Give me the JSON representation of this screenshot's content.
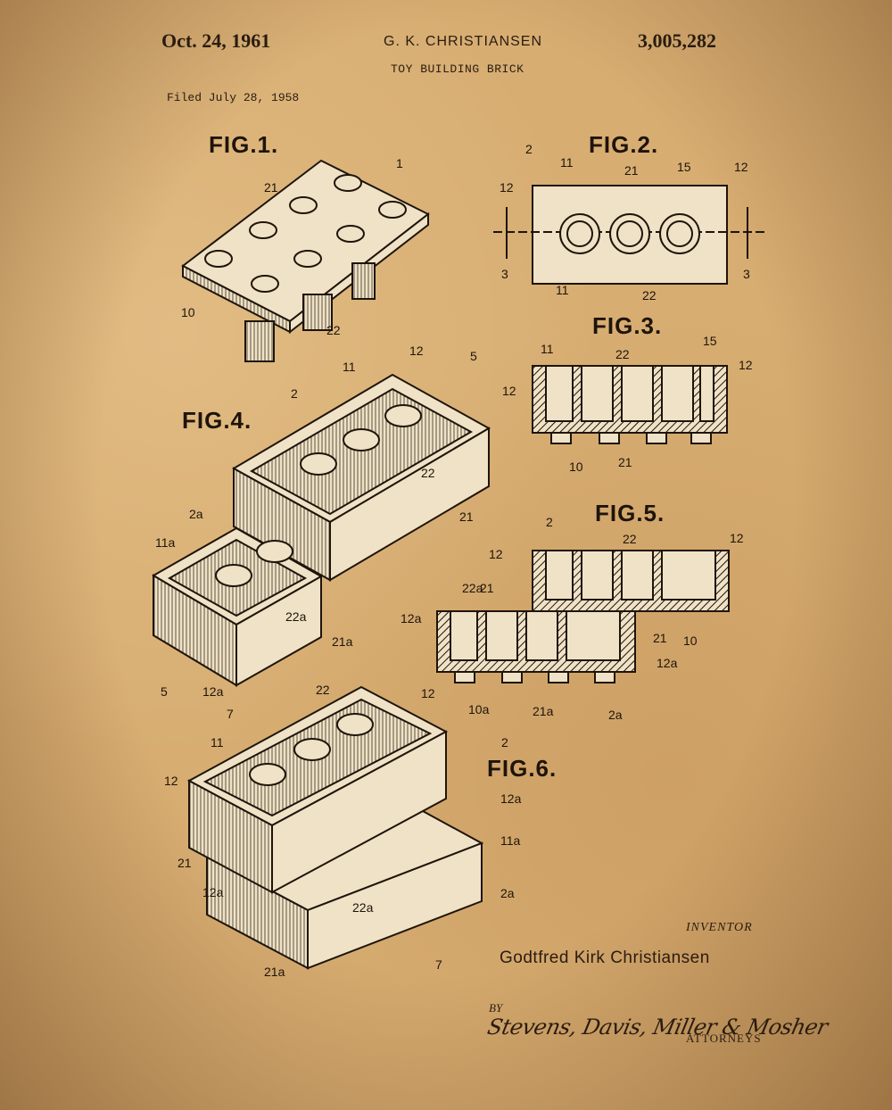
{
  "header": {
    "date": "Oct. 24, 1961",
    "inventor": "G. K. CHRISTIANSEN",
    "patent_number": "3,005,282",
    "title": "TOY BUILDING BRICK",
    "filed": "Filed July 28, 1958"
  },
  "figures": {
    "fig1": "FIG.1.",
    "fig2": "FIG.2.",
    "fig3": "FIG.3.",
    "fig4": "FIG.4.",
    "fig5": "FIG.5.",
    "fig6": "FIG.6."
  },
  "reference_numerals": {
    "fig1": [
      "1",
      "21",
      "10",
      "22"
    ],
    "fig2": [
      "2",
      "11",
      "21",
      "15",
      "12",
      "12",
      "3",
      "3",
      "11",
      "22"
    ],
    "fig3": [
      "11",
      "22",
      "15",
      "12",
      "12",
      "10",
      "21"
    ],
    "fig4": [
      "11",
      "12",
      "5",
      "2",
      "22",
      "21",
      "2a",
      "11a",
      "22a",
      "21a",
      "5",
      "12a"
    ],
    "fig5": [
      "2",
      "22",
      "12",
      "12",
      "22a",
      "21",
      "12a",
      "21",
      "10",
      "12a",
      "10a",
      "21a",
      "2a"
    ],
    "fig6": [
      "22",
      "12",
      "7",
      "11",
      "2",
      "12",
      "12a",
      "11a",
      "21",
      "12a",
      "22a",
      "2a",
      "21a",
      "7"
    ]
  },
  "signature_block": {
    "inventor_label": "INVENTOR",
    "inventor_name": "Godtfred Kirk Christiansen",
    "by_label": "BY",
    "signature": "Stevens, Davis, Miller & Mosher",
    "attorneys_label": "ATTORNEYS"
  },
  "colors": {
    "paper": "#d7ad72",
    "ink": "#1e140a",
    "brick_fill": "#efe2c6"
  }
}
